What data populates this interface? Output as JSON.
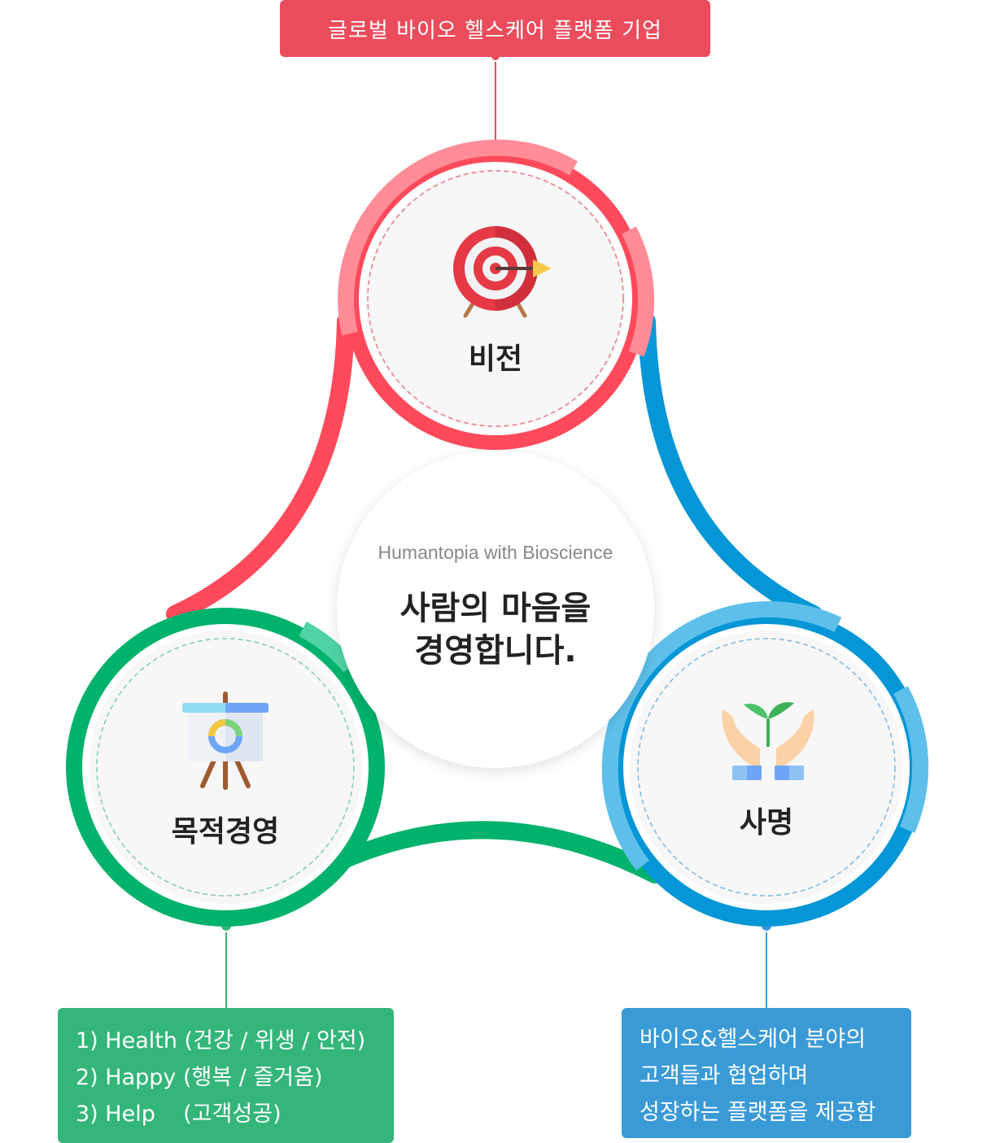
{
  "vision": {
    "badge": "글로벌 바이오 헬스케어 플랫폼 기업",
    "title": "비전",
    "icon": "target-icon",
    "color": "#ea4c5c",
    "ring_color": "#ff4a5c",
    "ring_light": "#ff8c97"
  },
  "center": {
    "subtitle": "Humantopia with Bioscience",
    "title_line1": "사람의 마음을",
    "title_line2": "경영합니다."
  },
  "purpose": {
    "title": "목적경영",
    "icon": "presentation-board-icon",
    "color": "#34b57a",
    "ring_color": "#00b26b",
    "ring_light": "#4fd3a4",
    "items": [
      "1) Health (건강 / 위생 / 안전)",
      "2) Happy (행복 / 즐거움)",
      "3) Help    (고객성공)"
    ]
  },
  "mission": {
    "title": "사명",
    "icon": "sprout-hands-icon",
    "color": "#3a9ad6",
    "ring_color": "#0496d6",
    "ring_light": "#5ec0ea",
    "lines": [
      "바이오&헬스케어 분야의",
      "고객들과 협업하며",
      "성장하는 플랫폼을 제공함"
    ]
  }
}
